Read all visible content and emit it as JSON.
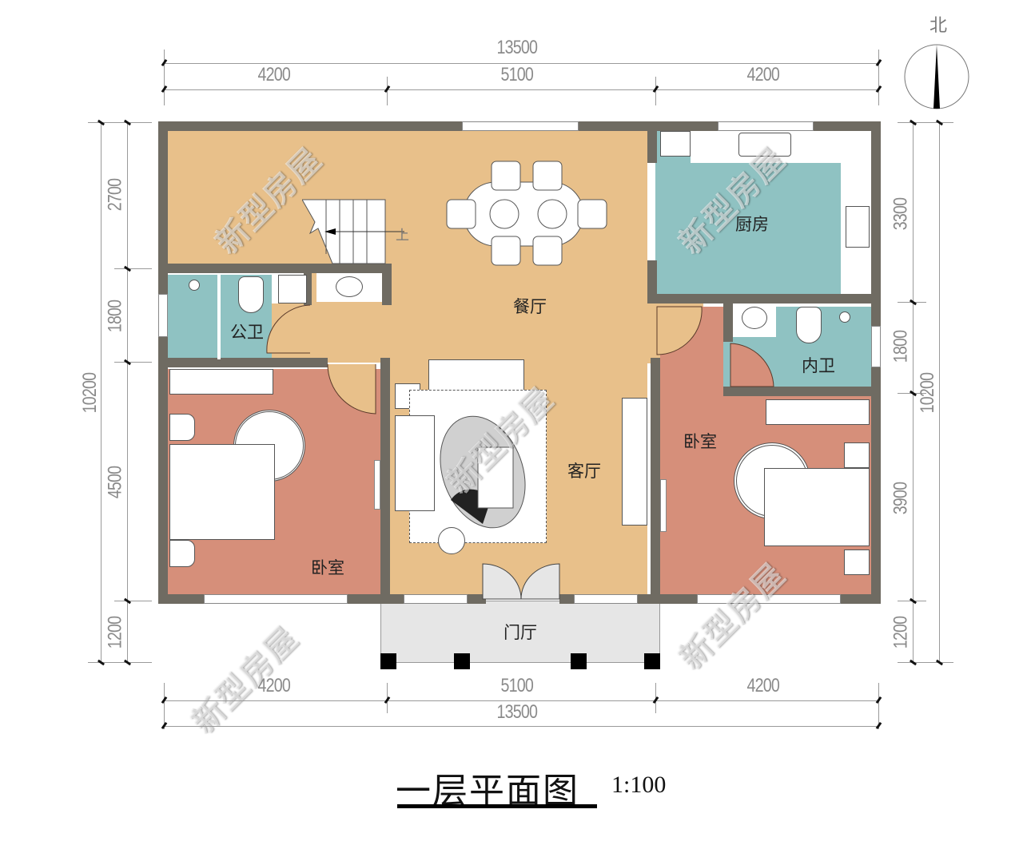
{
  "title": "一层平面图",
  "scale": "1:100",
  "compass": {
    "label": "北",
    "icon": "north-arrow-icon"
  },
  "dimensions": {
    "top_total": "13500",
    "top_segments": [
      "4200",
      "5100",
      "4200"
    ],
    "bottom_total": "13500",
    "bottom_segments": [
      "4200",
      "5100",
      "4200"
    ],
    "left_total": "10200",
    "left_segments": [
      "2700",
      "1800",
      "4500",
      "1200"
    ],
    "right_total": "10200",
    "right_segments": [
      "3300",
      "1800",
      "3900",
      "1200"
    ]
  },
  "rooms": {
    "dining": "餐厅",
    "living": "客厅",
    "kitchen": "厨房",
    "public_bath": "公卫",
    "ensuite_bath": "内卫",
    "bedroom_left": "卧室",
    "bedroom_right": "卧室",
    "foyer": "门厅"
  },
  "stairs_label": "上",
  "watermark": "新型房屋",
  "colors": {
    "wall": "#6f6b62",
    "dining_living": "#e8c08a",
    "wet_rooms": "#8fc2c2",
    "bedrooms": "#d68f7a",
    "foyer": "#e6e6e6"
  }
}
